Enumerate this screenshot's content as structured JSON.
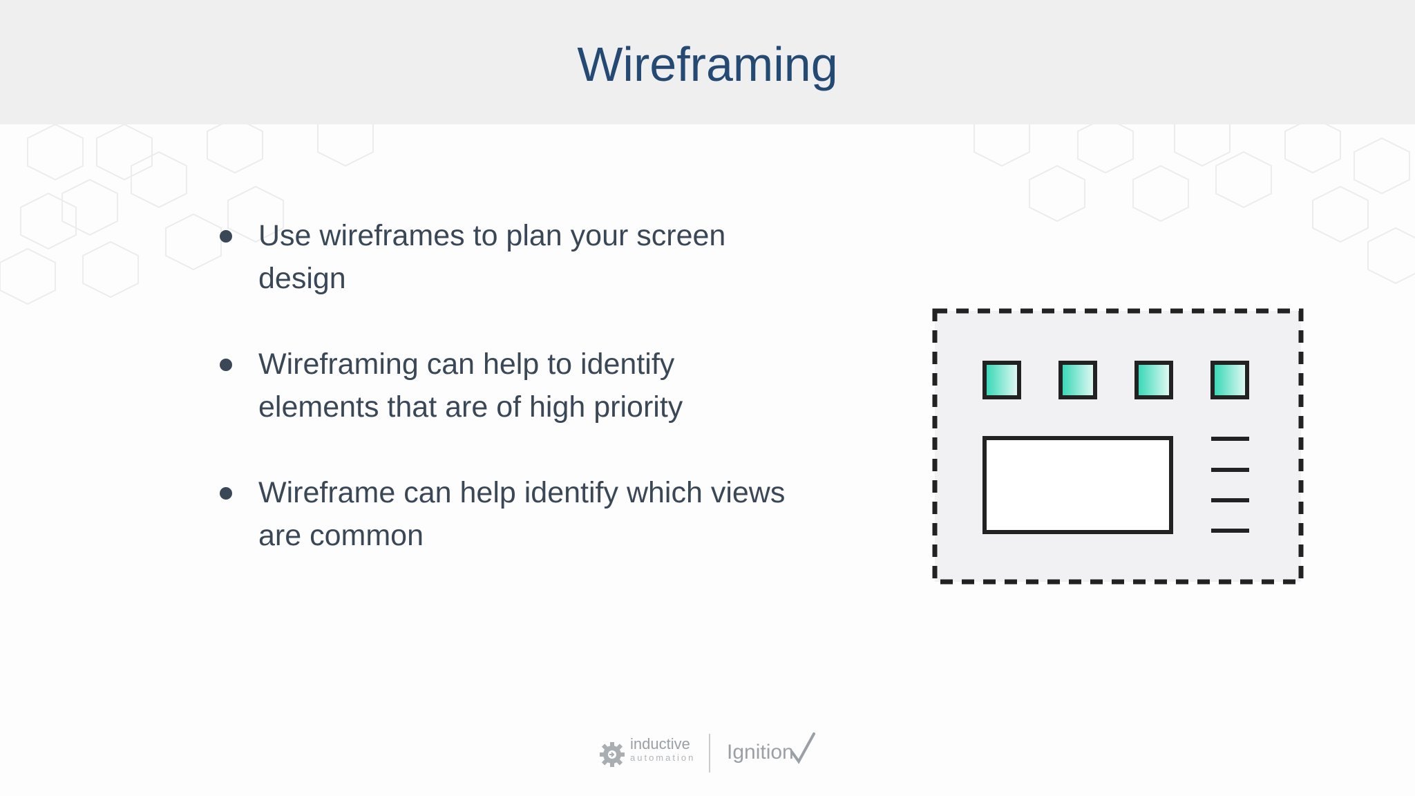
{
  "slide": {
    "title": "Wireframing",
    "bullets": [
      "Use wireframes to plan your screen design",
      "Wireframing can help to identify elements that are of high priority",
      "Wireframe can help identify which views are common"
    ]
  },
  "footer": {
    "logo_inductive": "inductive",
    "logo_automation": "automation",
    "logo_ignition": "Ignition"
  },
  "colors": {
    "title": "#244a74",
    "header_band": "#efefef",
    "body_text": "#3a4756",
    "wireframe_stroke": "#222222",
    "wireframe_fill": "#f1f0f2",
    "accent_gradient_start": "#2fd6b4",
    "accent_gradient_end": "#eafaf6"
  },
  "illustration": {
    "icon": "wireframe-layout-icon",
    "tile_count": 4,
    "menu_line_count": 4
  }
}
